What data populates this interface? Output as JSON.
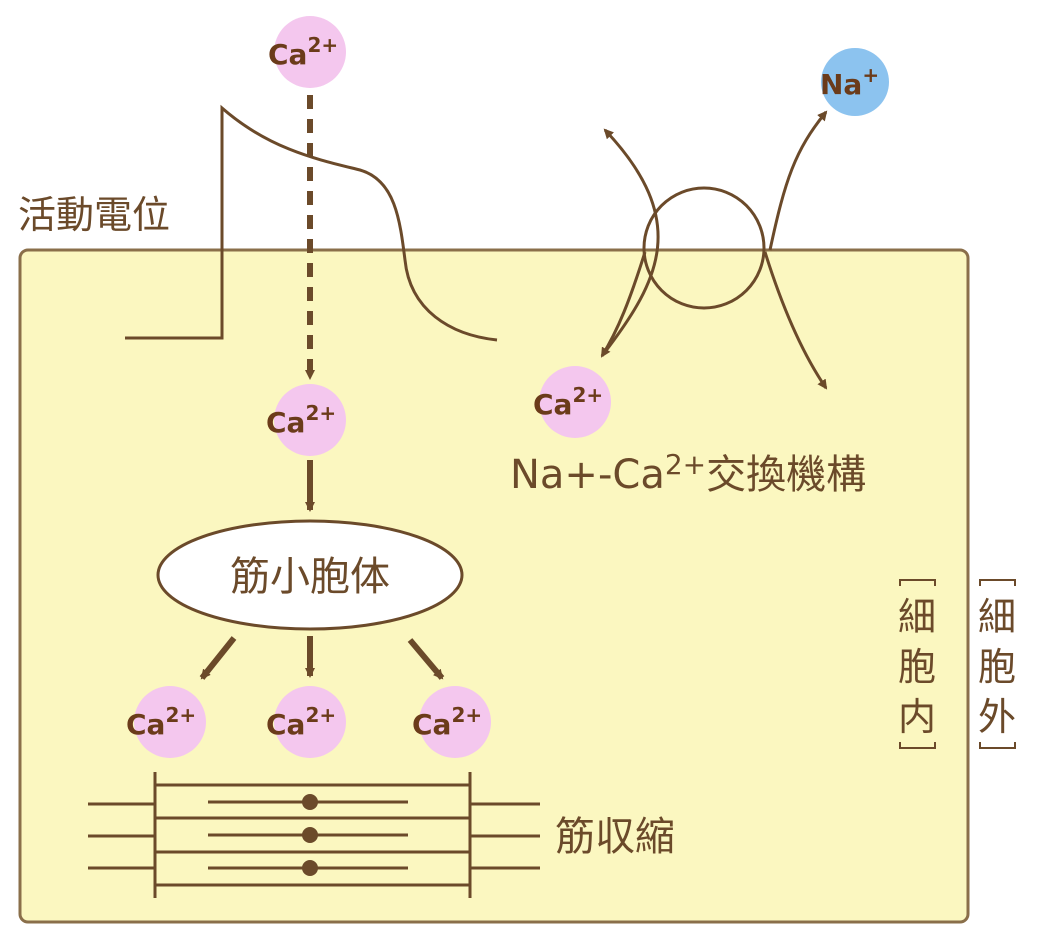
{
  "labels": {
    "action_potential": "活動電位",
    "sarcoplasmic_reticulum": "筋小胞体",
    "exchanger": "Na+-Ca2+交換機構",
    "exchanger_prefix": "Na+-Ca",
    "exchanger_sup": "2+",
    "exchanger_suffix": "交換機構",
    "contraction": "筋収縮",
    "intracellular": "[細胞内]",
    "intracellular_chars": [
      "細",
      "胞",
      "内"
    ],
    "extracellular": "[細胞外]",
    "extracellular_chars": [
      "細",
      "胞",
      "外"
    ]
  },
  "ions": {
    "calcium_base": "Ca",
    "calcium_charge": "2+",
    "sodium_base": "Na",
    "sodium_charge": "+"
  },
  "colors": {
    "cell_fill": "#fbf7c0",
    "cell_stroke": "#8a6f4a",
    "brown": "#6b4a2a",
    "ca_ion": "#f4c7ee",
    "na_ion": "#8cc3ef"
  }
}
